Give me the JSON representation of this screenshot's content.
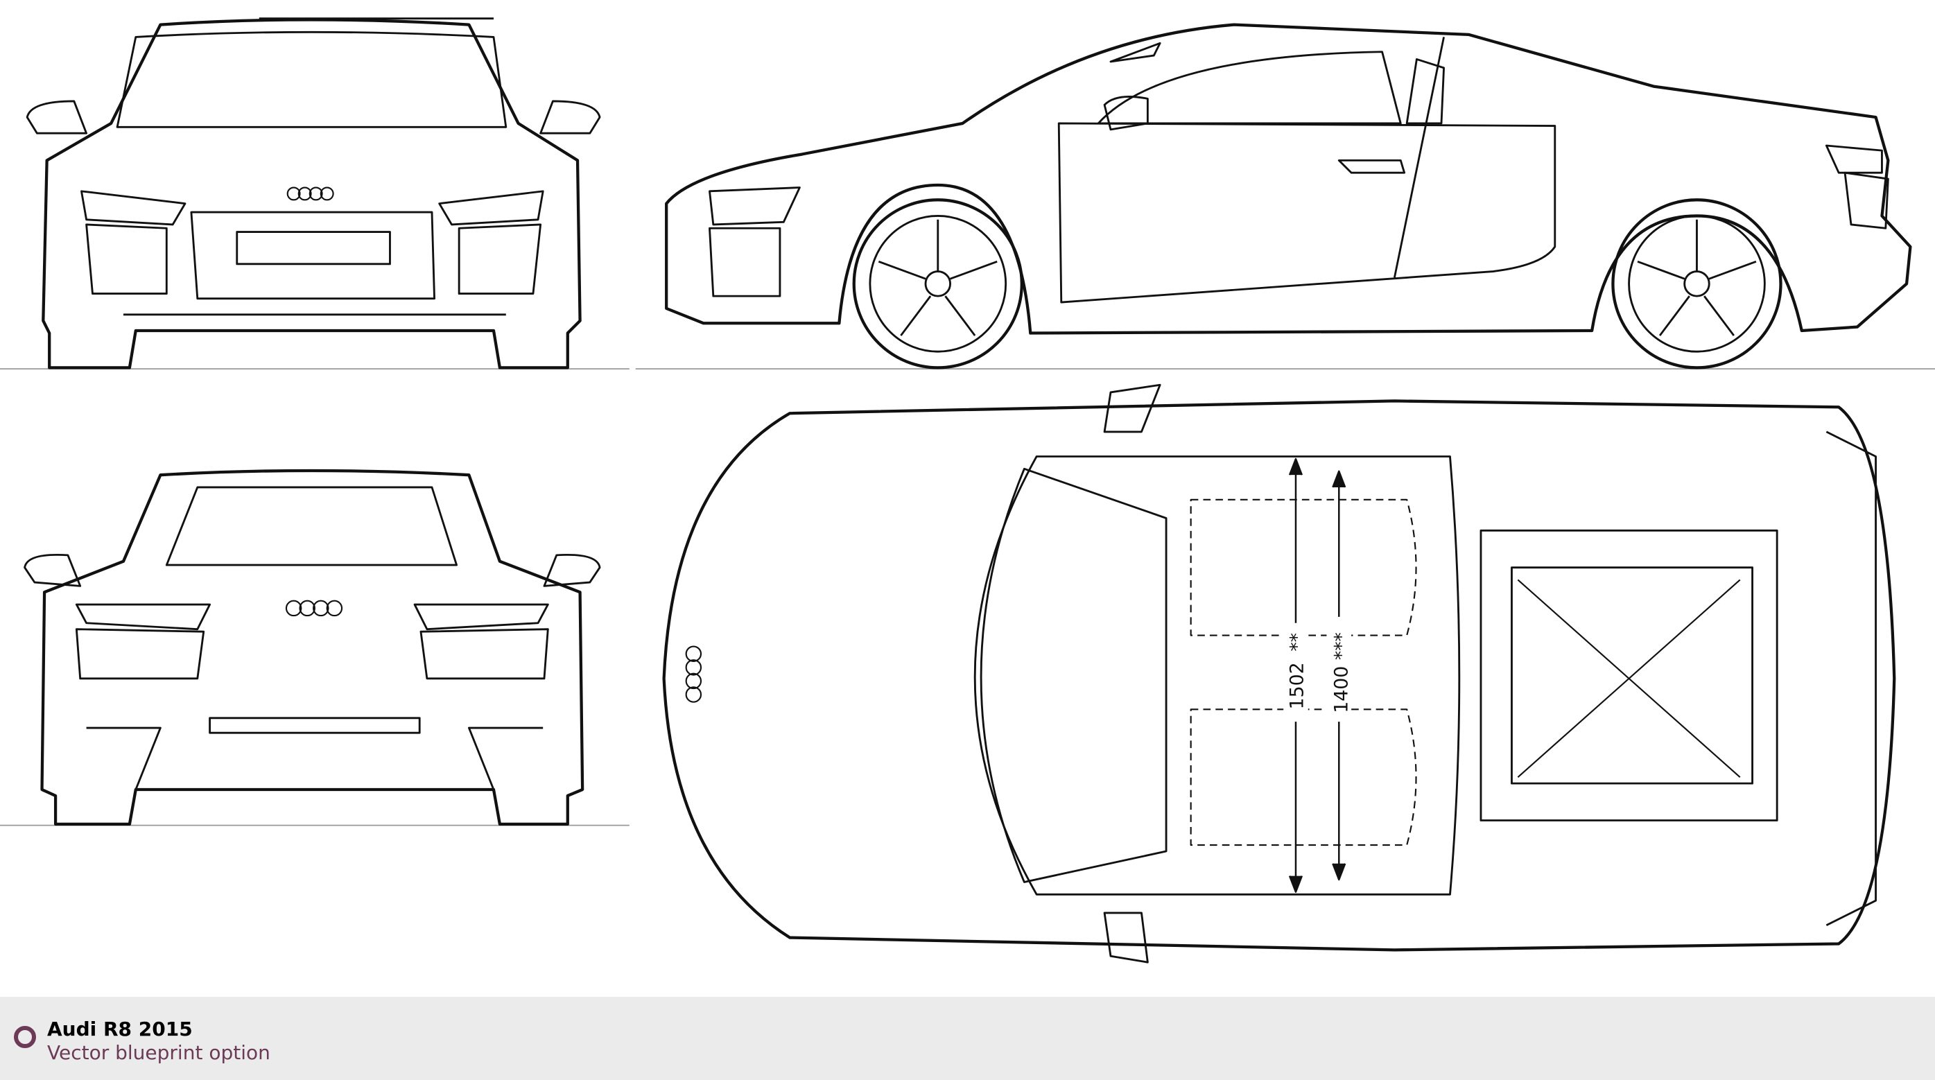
{
  "caption": {
    "title": "Audi R8 2015",
    "subtitle": "Vector blueprint option",
    "accent_color": "#6b3a57",
    "icon": "ring-icon"
  },
  "dimensions": {
    "width_label": "1502",
    "width_mark": "**",
    "track_label": "1400",
    "track_mark": "***"
  },
  "views": [
    "front",
    "side",
    "rear",
    "top"
  ]
}
